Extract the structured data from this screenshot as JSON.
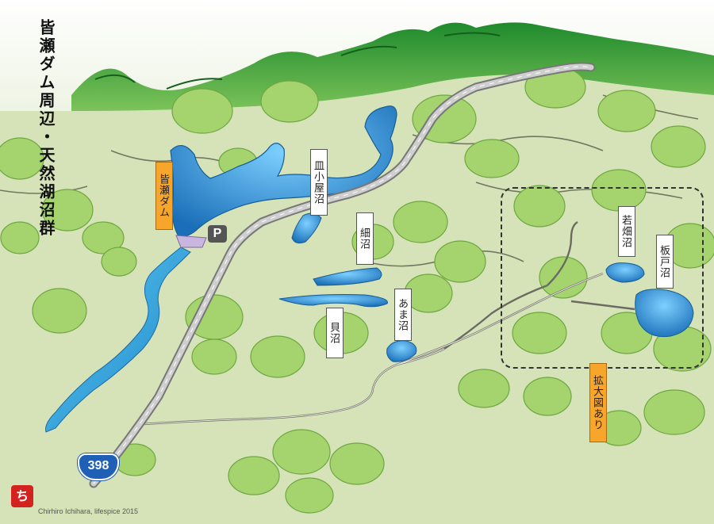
{
  "title": "皆瀬ダム周辺・天然湖沼群",
  "labels": {
    "minase_dam": "皆瀬ダム",
    "sarakoya_numa": "皿小屋沼",
    "hoso_numa": "細沼",
    "kai_numa": "貝沼",
    "ama_numa": "あま沼",
    "wakahata_numa": "若畑沼",
    "itado_numa": "板戸沼",
    "enlarged_map": "拡大図あり"
  },
  "route_number": "398",
  "parking_mark": "P",
  "logo_text": "ち",
  "credit": "Chirhiro Ichihara, lifespice 2015",
  "colors": {
    "ground": "#d6e3b8",
    "mountain": "#2f9a3a",
    "tree": "#a5d46f",
    "water": "#2b8fd6",
    "road": "#9a9a9a",
    "label_highlight": "#f7a52b",
    "route_sign": "#1f5fb5",
    "logo": "#d2231f"
  }
}
